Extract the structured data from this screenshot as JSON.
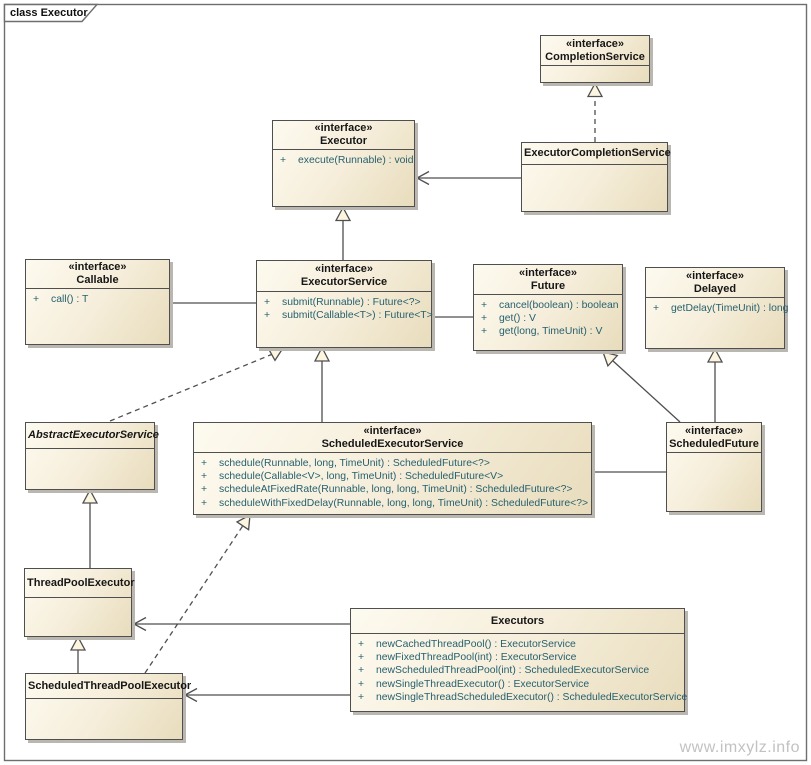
{
  "frame": {
    "title": "class Executor",
    "watermark": "www.imxylz.info"
  },
  "ui": {
    "plus": "+"
  },
  "classes": {
    "completion_service": {
      "stereotype": "«interface»",
      "name": "CompletionService",
      "methods": []
    },
    "executor": {
      "stereotype": "«interface»",
      "name": "Executor",
      "methods": [
        "execute(Runnable) : void"
      ]
    },
    "executor_completion_service": {
      "name": "ExecutorCompletionService",
      "methods": []
    },
    "callable": {
      "stereotype": "«interface»",
      "name": "Callable",
      "methods": [
        "call() : T"
      ]
    },
    "executor_service": {
      "stereotype": "«interface»",
      "name": "ExecutorService",
      "methods": [
        "submit(Runnable) : Future<?>",
        "submit(Callable<T>) : Future<T>"
      ]
    },
    "future": {
      "stereotype": "«interface»",
      "name": "Future",
      "methods": [
        "cancel(boolean) : boolean",
        "get() : V",
        "get(long, TimeUnit) : V"
      ]
    },
    "delayed": {
      "stereotype": "«interface»",
      "name": "Delayed",
      "methods": [
        "getDelay(TimeUnit) : long"
      ]
    },
    "abstract_executor_service": {
      "name": "AbstractExecutorService",
      "abstract": true,
      "methods": []
    },
    "scheduled_executor_service": {
      "stereotype": "«interface»",
      "name": "ScheduledExecutorService",
      "methods": [
        "schedule(Runnable, long, TimeUnit) : ScheduledFuture<?>",
        "schedule(Callable<V>, long, TimeUnit) : ScheduledFuture<V>",
        "scheduleAtFixedRate(Runnable, long, long, TimeUnit) : ScheduledFuture<?>",
        "scheduleWithFixedDelay(Runnable, long, long, TimeUnit) : ScheduledFuture<?>"
      ]
    },
    "scheduled_future": {
      "stereotype": "«interface»",
      "name": "ScheduledFuture",
      "methods": []
    },
    "thread_pool_executor": {
      "name": "ThreadPoolExecutor",
      "methods": []
    },
    "scheduled_thread_pool_executor": {
      "name": "ScheduledThreadPoolExecutor",
      "methods": []
    },
    "executors": {
      "name": "Executors",
      "methods": [
        "newCachedThreadPool() : ExecutorService",
        "newFixedThreadPool(int) : ExecutorService",
        "newScheduledThreadPool(int) : ScheduledExecutorService",
        "newSingleThreadExecutor() : ExecutorService",
        "newSingleThreadScheduledExecutor() : ScheduledExecutorService"
      ]
    }
  },
  "relations": [
    {
      "type": "realization",
      "from": "ExecutorCompletionService",
      "to": "CompletionService"
    },
    {
      "type": "association",
      "from": "ExecutorCompletionService",
      "to": "Executor"
    },
    {
      "type": "generalization",
      "from": "ExecutorService",
      "to": "Executor"
    },
    {
      "type": "association",
      "from": "Callable",
      "to": "ExecutorService"
    },
    {
      "type": "association",
      "from": "ExecutorService",
      "to": "Future"
    },
    {
      "type": "realization",
      "from": "AbstractExecutorService",
      "to": "ExecutorService"
    },
    {
      "type": "generalization",
      "from": "ScheduledExecutorService",
      "to": "ExecutorService"
    },
    {
      "type": "generalization",
      "from": "ScheduledFuture",
      "to": "Future"
    },
    {
      "type": "generalization",
      "from": "ScheduledFuture",
      "to": "Delayed"
    },
    {
      "type": "association",
      "from": "ScheduledExecutorService",
      "to": "ScheduledFuture"
    },
    {
      "type": "generalization",
      "from": "ThreadPoolExecutor",
      "to": "AbstractExecutorService"
    },
    {
      "type": "realization",
      "from": "ScheduledThreadPoolExecutor",
      "to": "ScheduledExecutorService"
    },
    {
      "type": "generalization",
      "from": "ScheduledThreadPoolExecutor",
      "to": "ThreadPoolExecutor"
    },
    {
      "type": "association",
      "from": "Executors",
      "to": "ThreadPoolExecutor"
    },
    {
      "type": "association",
      "from": "Executors",
      "to": "ScheduledThreadPoolExecutor"
    }
  ]
}
